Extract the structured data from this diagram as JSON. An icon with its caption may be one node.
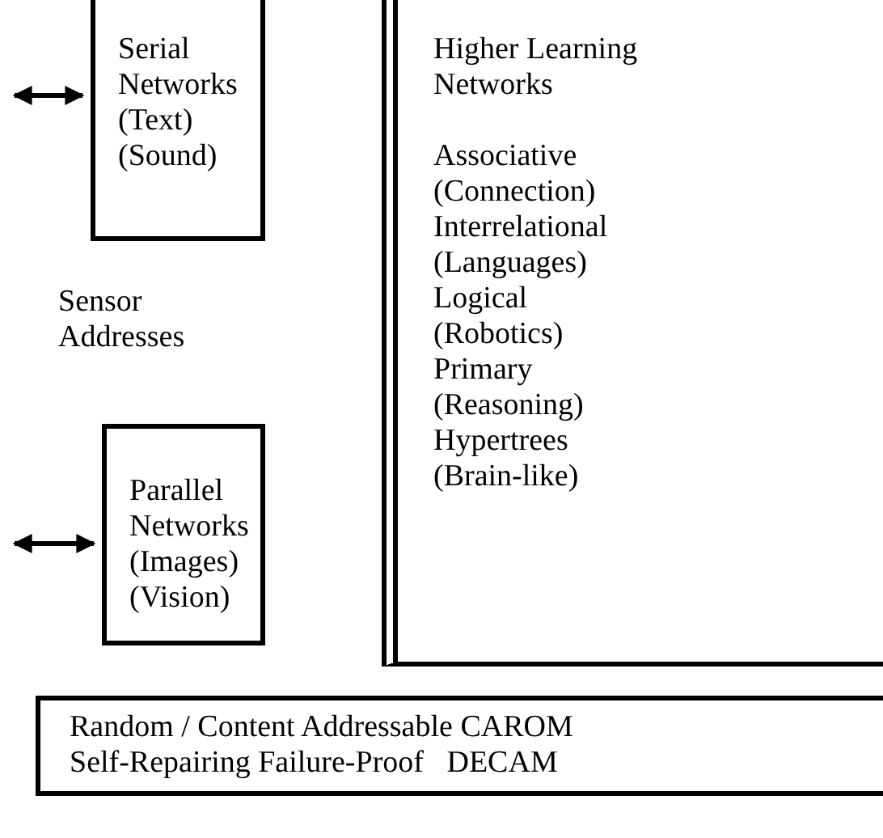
{
  "diagram": {
    "nodes": [
      {
        "text": [
          "Serial Networks (Text) (Sound)"
        ]
      },
      {
        "text": [
          "Higher Learning Networks",
          "Associative (Connection)",
          "Interrelational (Languages)",
          "Logical (Robotics)",
          "Primary (Reasoning)",
          "Hypertrees (Brain-like)"
        ]
      },
      {
        "text": [
          "Parallel Networks (Images) (Vision)"
        ]
      },
      {
        "text": [
          "Random / Content Addressable CAROM",
          "Self-Repairing Failure-Proof   DECAM"
        ]
      }
    ],
    "edges": [
      {
        "from": null,
        "to": 0,
        "arrow": "both"
      },
      {
        "from": null,
        "to": 2,
        "arrow": "both"
      }
    ],
    "labels": [
      "Sensor Addresses"
    ]
  }
}
